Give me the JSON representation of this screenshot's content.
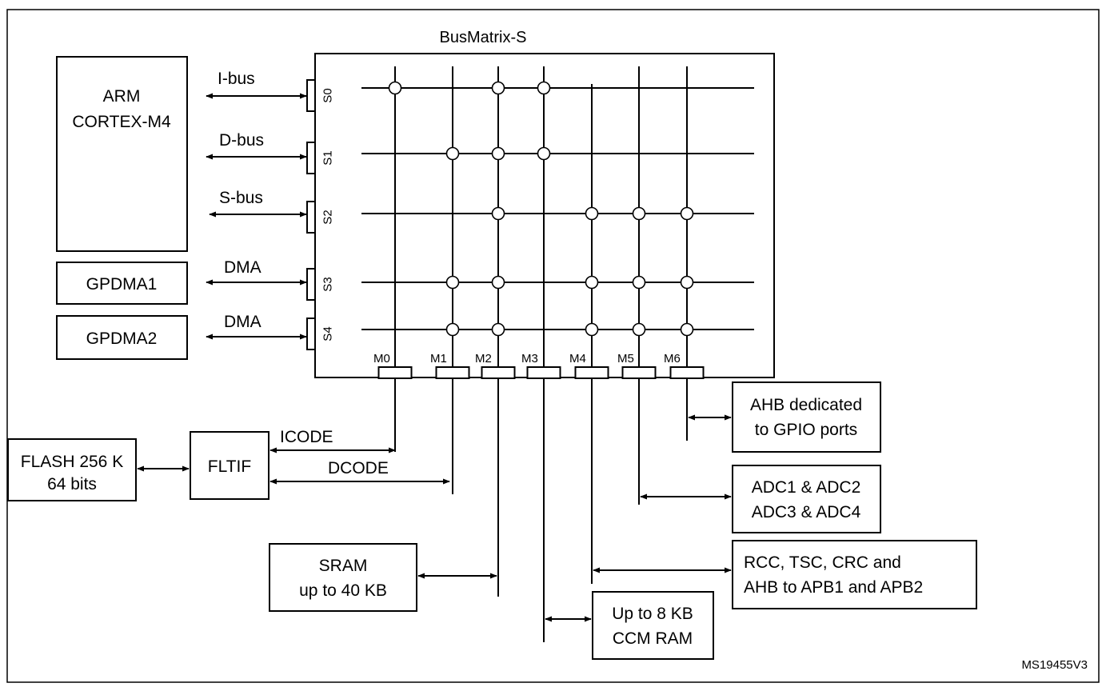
{
  "matrix": {
    "title": "BusMatrix-S"
  },
  "ref_code": "MS19455V3",
  "cpu": {
    "lines": [
      "ARM",
      "CORTEX-M4"
    ]
  },
  "dma_masters": [
    {
      "name": "GPDMA1"
    },
    {
      "name": "GPDMA2"
    }
  ],
  "bus_labels": [
    "I-bus",
    "D-bus",
    "S-bus",
    "DMA",
    "DMA"
  ],
  "slave_ports": [
    "S0",
    "S1",
    "S2",
    "S3",
    "S4"
  ],
  "master_ports": [
    "M0",
    "M1",
    "M2",
    "M3",
    "M4",
    "M5",
    "M6"
  ],
  "connections": [
    [
      "M0",
      "M2",
      "M3"
    ],
    [
      "M1",
      "M2",
      "M3"
    ],
    [
      "M2",
      "M4",
      "M5",
      "M6"
    ],
    [
      "M1",
      "M2",
      "M4",
      "M5",
      "M6"
    ],
    [
      "M1",
      "M2",
      "M4",
      "M5",
      "M6"
    ]
  ],
  "flash": {
    "lines": [
      "FLASH 256 K",
      "64 bits"
    ]
  },
  "fltif": {
    "label": "FLTIF"
  },
  "icode_label": "ICODE",
  "dcode_label": "DCODE",
  "gpio": {
    "lines": [
      "AHB dedicated",
      "to GPIO ports"
    ]
  },
  "adc": {
    "lines": [
      "ADC1 & ADC2",
      "ADC3 & ADC4"
    ]
  },
  "rcc": {
    "lines": [
      "RCC, TSC, CRC and",
      "AHB to APB1 and APB2"
    ]
  },
  "sram": {
    "lines": [
      "SRAM",
      "up to 40 KB"
    ]
  },
  "ccm": {
    "lines": [
      "Up to 8 KB",
      "CCM RAM"
    ]
  }
}
